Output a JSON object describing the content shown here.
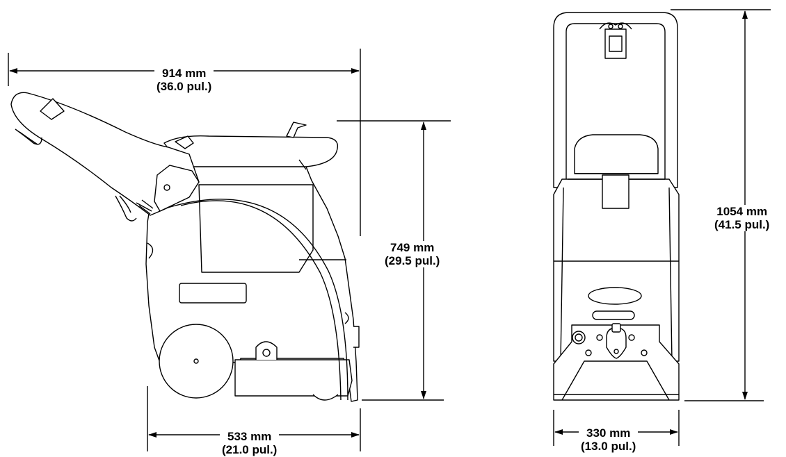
{
  "dimensions": {
    "side_length": {
      "metric": "914 mm",
      "imperial": "(36.0 pul.)"
    },
    "side_height": {
      "metric": "749 mm",
      "imperial": "(29.5 pul.)"
    },
    "side_width": {
      "metric": "533 mm",
      "imperial": "(21.0 pul.)"
    },
    "front_height": {
      "metric": "1054 mm",
      "imperial": "(41.5 pul.)"
    },
    "front_width": {
      "metric": "330 mm",
      "imperial": "(13.0 pul.)"
    }
  },
  "colors": {
    "line": "#000000",
    "fill": "#ffffff"
  }
}
